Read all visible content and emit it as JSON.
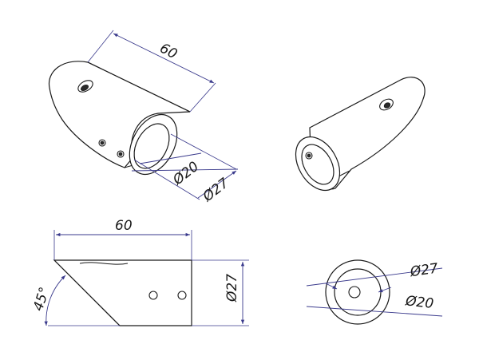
{
  "drawing": {
    "iso_front": {
      "length": "60",
      "inner_diameter": "Ø20",
      "outer_diameter": "Ø27"
    },
    "side_view": {
      "length": "60",
      "angle": "45°",
      "height": "Ø27"
    },
    "end_view": {
      "outer_diameter": "Ø27",
      "inner_diameter": "Ø20"
    }
  }
}
